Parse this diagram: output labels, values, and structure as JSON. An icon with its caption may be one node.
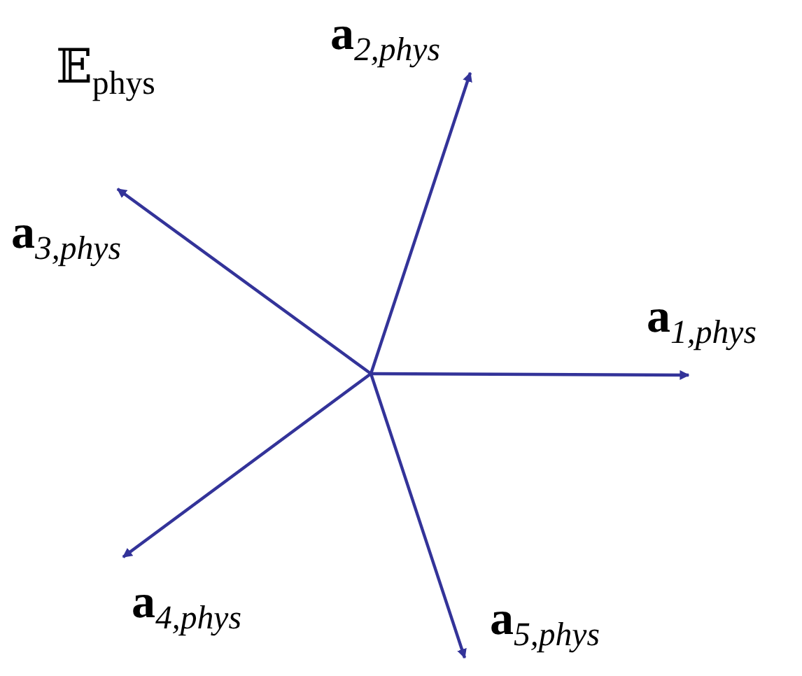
{
  "diagram": {
    "labels": [
      "𝔼$_{phys}$",
      "**a**$_{2,phys}$",
      "**a**$_{3,phys}$",
      "**a**$_{1,phys}$",
      "**a**$_{4,phys}$",
      "**a**$_{5,phys}$"
    ]
  }
}
